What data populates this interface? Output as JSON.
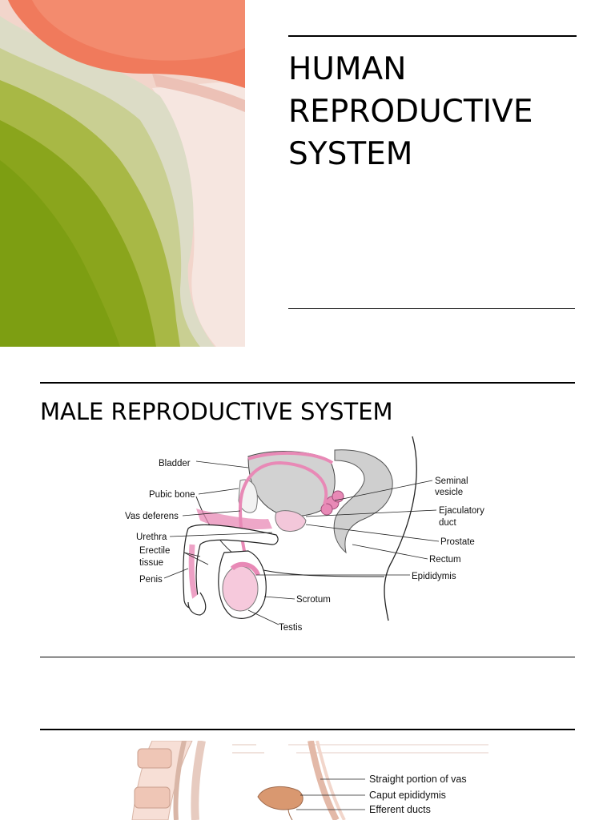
{
  "slide1": {
    "title_lines": [
      "HUMAN",
      "REPRODUCTIVE",
      "SYSTEM"
    ],
    "colors": {
      "coral": "#f07a5c",
      "olive_green": "#7d9e12",
      "sage": "#d9dcbc",
      "blush": "#f1cfc6"
    }
  },
  "slide2": {
    "title": "MALE REPRODUCTIVE SYSTEM",
    "diagram_labels": {
      "bladder": "Bladder",
      "pubic_bone": "Pubic bone",
      "vas_deferens": "Vas deferens",
      "urethra": "Urethra",
      "erectile_1": "Erectile",
      "erectile_2": "tissue",
      "penis": "Penis",
      "seminal_1": "Seminal",
      "seminal_2": "vesicle",
      "ejac_1": "Ejaculatory",
      "ejac_2": "duct",
      "prostate": "Prostate",
      "rectum": "Rectum",
      "epididymis": "Epididymis",
      "scrotum": "Scrotum",
      "testis": "Testis"
    },
    "colors": {
      "pink": "#e889b6",
      "gray": "#c8c8c8"
    }
  },
  "slide3": {
    "labels": {
      "straight_vas": "Straight portion of vas",
      "caput": "Caput epididymis",
      "efferent": "Efferent ducts"
    }
  }
}
